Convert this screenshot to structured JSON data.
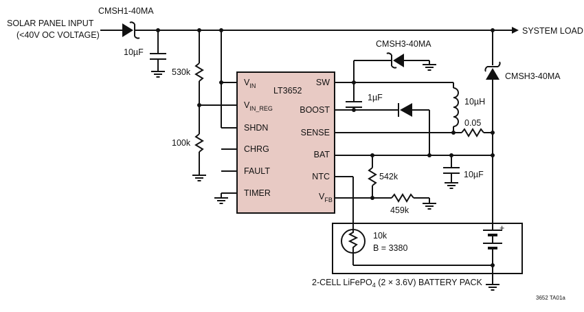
{
  "colors": {
    "ic_fill": "#e8cac4",
    "wire": "#111111"
  },
  "labels": {
    "solar_input_line1": "SOLAR PANEL INPUT",
    "solar_input_line2": "(<40V OC VOLTAGE)",
    "cmsh1": "CMSH1-40MA",
    "system_load": "SYSTEM LOAD",
    "cmsh3_top": "CMSH3-40MA",
    "cmsh3_right": "CMSH3-40MA",
    "c_in": "10µF",
    "r_530k": "530k",
    "r_100k": "100k",
    "c_1uF": "1µF",
    "l_10uH": "10µH",
    "r_sense": "0.05",
    "c_bat": "10µF",
    "r_542k": "542k",
    "r_459k": "459k",
    "thermistor_line1": "10k",
    "thermistor_line2": "B = 3380",
    "battery_plus": "+",
    "battery_pack_pre": "2-CELL LiFePO",
    "battery_pack_sub": "4",
    "battery_pack_post": " (2 × 3.6V) BATTERY PACK",
    "figure_id": "3652 TA01a"
  },
  "ic": {
    "name": "LT3652",
    "left_pins": {
      "vin_main": "V",
      "vin_sub": "IN",
      "vinreg_main": "V",
      "vinreg_sub": "IN_REG",
      "shdn": "SHDN",
      "chrg": "CHRG",
      "fault": "FAULT",
      "timer": "TIMER"
    },
    "right_pins": {
      "sw": "SW",
      "boost": "BOOST",
      "sense": "SENSE",
      "bat": "BAT",
      "ntc": "NTC",
      "vfb_main": "V",
      "vfb_sub": "FB"
    }
  }
}
